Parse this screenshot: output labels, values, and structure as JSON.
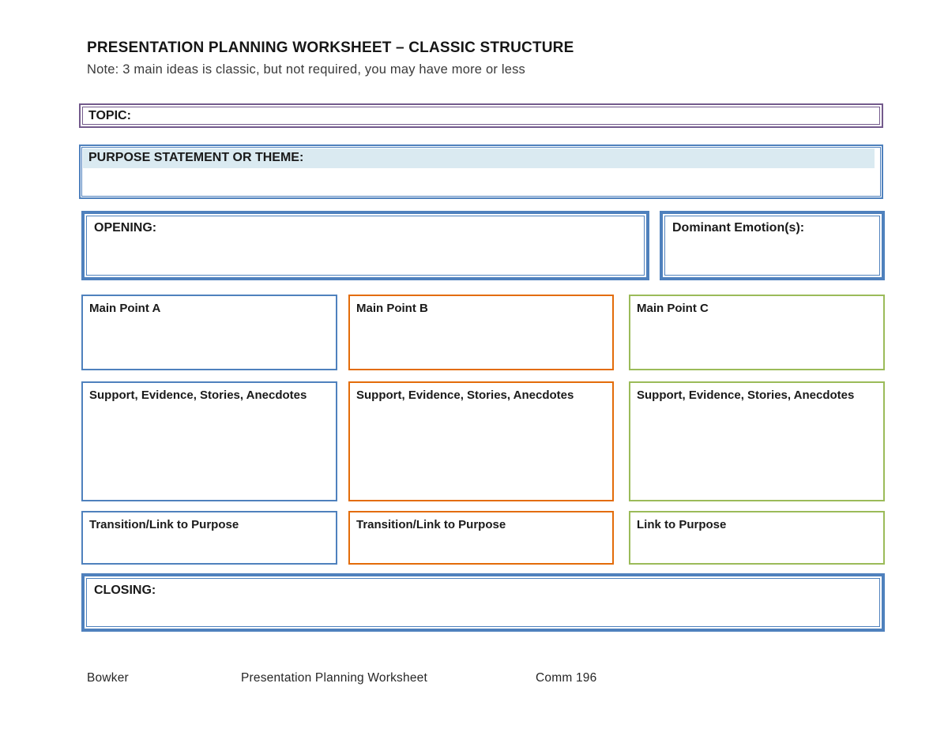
{
  "header": {
    "title": "PRESENTATION PLANNING WORKSHEET – CLASSIC STRUCTURE",
    "note": "Note: 3 main ideas is classic, but not required, you may have more or less"
  },
  "sections": {
    "topic": {
      "label": "TOPIC:"
    },
    "purpose": {
      "label": "PURPOSE STATEMENT OR THEME:"
    },
    "opening": {
      "label": "OPENING:"
    },
    "dominant_emotion": {
      "label": "Dominant Emotion(s):"
    },
    "closing": {
      "label": "CLOSING:"
    }
  },
  "columns": [
    {
      "main_point": "Main Point A",
      "support": "Support, Evidence, Stories, Anecdotes",
      "transition": "Transition/Link to Purpose",
      "accent": "#4F81BD"
    },
    {
      "main_point": "Main Point B",
      "support": "Support, Evidence, Stories, Anecdotes",
      "transition": "Transition/Link to Purpose",
      "accent": "#E36C09"
    },
    {
      "main_point": "Main Point C",
      "support": "Support, Evidence, Stories, Anecdotes",
      "transition": "Link to Purpose",
      "accent": "#9BBB59"
    }
  ],
  "footer": {
    "author": "Bowker",
    "document_title": "Presentation Planning Worksheet",
    "course": "Comm 196"
  },
  "colors": {
    "accent_blue": "#4F81BD",
    "accent_orange": "#E36C09",
    "accent_green": "#9BBB59",
    "accent_purple": "#735A8C",
    "purpose_highlight": "#DAEAF1"
  }
}
